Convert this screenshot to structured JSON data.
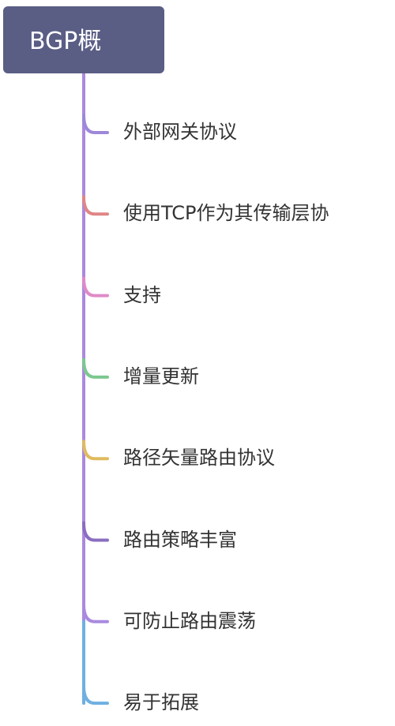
{
  "root": {
    "label": "BGP概",
    "color": "#5a5e85"
  },
  "branches": [
    {
      "label": "外部网关协议",
      "color": "#9d87d8"
    },
    {
      "label": "使用TCP作为其传输层协",
      "color": "#e08585"
    },
    {
      "label": "支持",
      "color": "#e08ac8"
    },
    {
      "label": "增量更新",
      "color": "#7cc88e"
    },
    {
      "label": "路径矢量路由协议",
      "color": "#e0bb5e"
    },
    {
      "label": "路由策略丰富",
      "color": "#8a6dc0"
    },
    {
      "label": "可防止路由震荡",
      "color": "#a98adf"
    },
    {
      "label": "易于拓展",
      "color": "#6fb0e0"
    }
  ],
  "trunk_color": "#a98adf"
}
